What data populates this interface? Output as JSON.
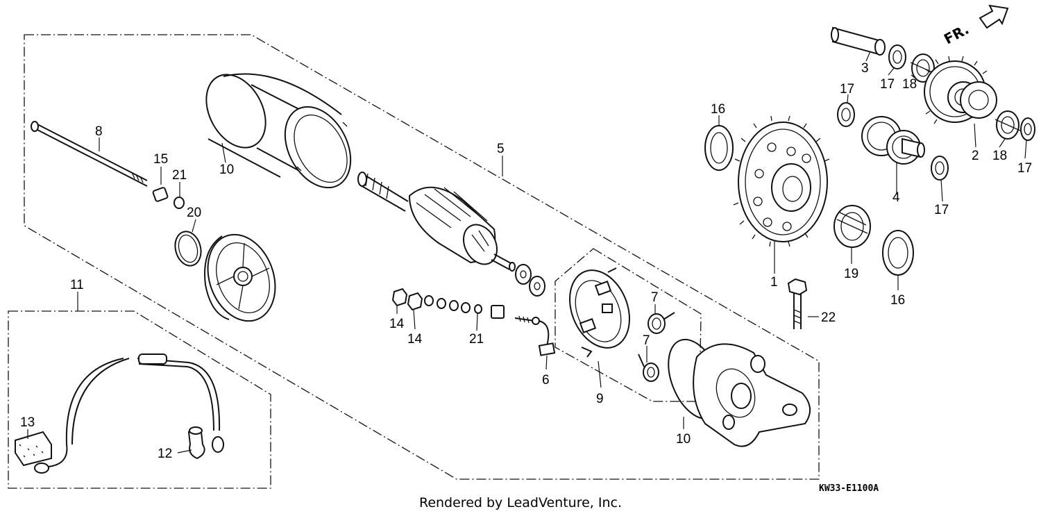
{
  "callouts": {
    "p1": "1",
    "p2": "2",
    "p3": "3",
    "p4": "4",
    "p5": "5",
    "p6": "6",
    "p7a": "7",
    "p7b": "7",
    "p8": "8",
    "p9": "9",
    "p10a": "10",
    "p10b": "10",
    "p11": "11",
    "p12": "12",
    "p13": "13",
    "p14a": "14",
    "p14b": "14",
    "p15": "15",
    "p16a": "16",
    "p16b": "16",
    "p17a": "17",
    "p17b": "17",
    "p17c": "17",
    "p17d": "17",
    "p18a": "18",
    "p18b": "18",
    "p19": "19",
    "p20": "20",
    "p21a": "21",
    "p21b": "21",
    "p22": "22"
  },
  "direction_label": "FR.",
  "diagram_code": "KW33-E1100A",
  "credit": "Rendered by LeadVenture, Inc."
}
